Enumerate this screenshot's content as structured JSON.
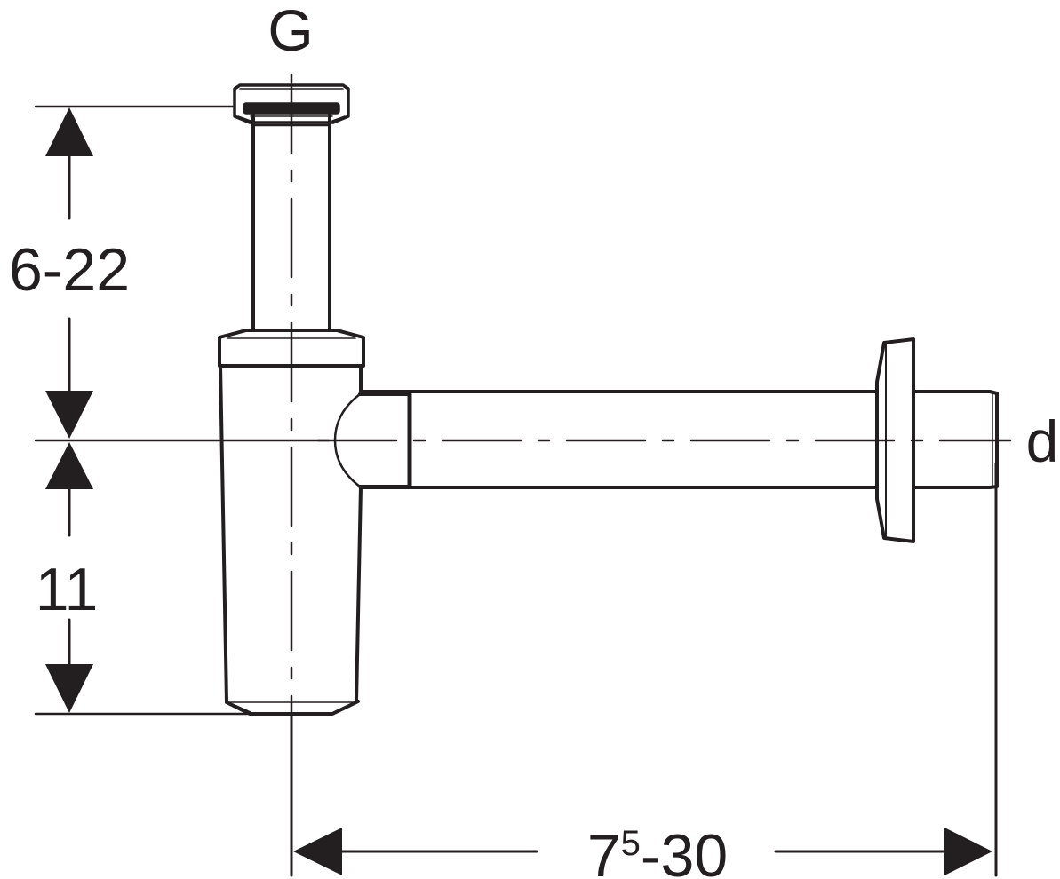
{
  "labels": {
    "top_connection": "G",
    "outlet_connection": "d",
    "height_range": "6-22",
    "lower_height": "11",
    "horizontal_base": "7",
    "horizontal_superscript": "5",
    "horizontal_rest": "-30"
  },
  "colors": {
    "stroke": "#231f20",
    "background": "#ffffff"
  }
}
